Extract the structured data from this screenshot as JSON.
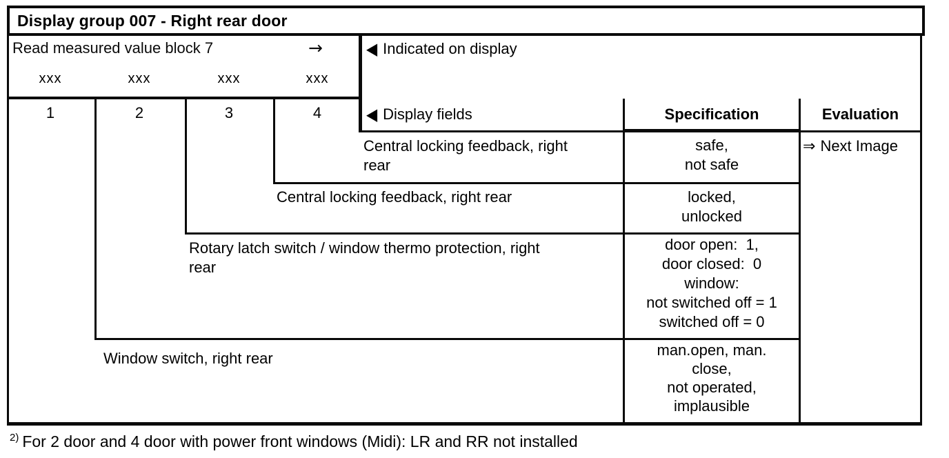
{
  "title": "Display group 007 - Right rear door",
  "instruction": {
    "label": "Read measured value block 7",
    "arrow_icon": "→"
  },
  "indicated_on_display": {
    "marker_icon": "◀",
    "label": "Indicated on display"
  },
  "display_fields_header": {
    "marker_icon": "◀",
    "label": "Display fields"
  },
  "column_headers": {
    "specification": "Specification",
    "evaluation": "Evaluation"
  },
  "display_values": [
    "xxx",
    "xxx",
    "xxx",
    "xxx"
  ],
  "field_numbers": [
    "1",
    "2",
    "3",
    "4"
  ],
  "rows": [
    {
      "field": "4",
      "description": "Central locking feedback, right\nrear",
      "specification": "safe,\nnot safe",
      "evaluation_icon": "⇒",
      "evaluation": "Next Image"
    },
    {
      "field": "3",
      "description": "Central locking feedback, right rear",
      "specification": "locked,\nunlocked",
      "evaluation_icon": "",
      "evaluation": ""
    },
    {
      "field": "2",
      "description": "Rotary latch switch / window thermo protection, right\nrear",
      "specification": "door open:  1,\ndoor closed:  0\nwindow:\nnot switched off = 1\nswitched off = 0",
      "evaluation_icon": "",
      "evaluation": ""
    },
    {
      "field": "1",
      "description": "Window switch, right rear",
      "specification": "man.open, man.\nclose,\nnot operated,\nimplausible",
      "evaluation_icon": "",
      "evaluation": ""
    }
  ],
  "footnote": {
    "marker": "2)",
    "text": "For 2 door and 4 door with power front windows (Midi): LR and RR not installed"
  },
  "colors": {
    "ink": "#0a0a0a",
    "paper": "#ffffff"
  }
}
